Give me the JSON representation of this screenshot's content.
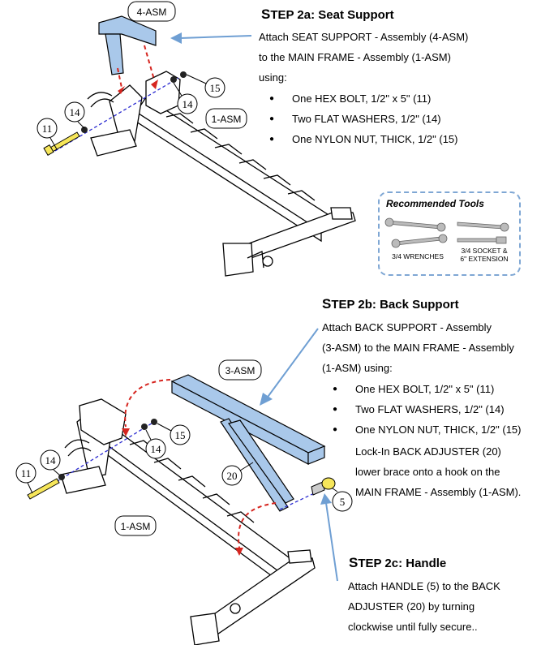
{
  "step2a": {
    "title_cap": "S",
    "title_rest": "TEP 2a: Seat Support",
    "lines": [
      "Attach SEAT SUPPORT - Assembly (4-ASM)",
      "to the MAIN FRAME - Assembly (1-ASM)",
      "using:"
    ],
    "parts": [
      "One HEX BOLT, 1/2\" x 5\" (11)",
      "Two FLAT WASHERS, 1/2\" (14)",
      "One NYLON NUT, THICK, 1/2\" (15)"
    ]
  },
  "step2b": {
    "title_cap": "S",
    "title_rest": "TEP 2b: Back Support",
    "lines": [
      "Attach BACK SUPPORT - Assembly",
      "(3-ASM)  to the MAIN FRAME - Assembly",
      "(1-ASM) using:"
    ],
    "parts": [
      "One HEX BOLT, 1/2\" x 5\" (11)",
      "Two FLAT WASHERS, 1/2\" (14)",
      "One NYLON NUT, THICK, 1/2\" (15)"
    ],
    "extra": [
      "Lock-In BACK ADJUSTER (20)",
      "lower brace onto a hook on the",
      "MAIN FRAME - Assembly (1-ASM)."
    ]
  },
  "step2c": {
    "title_cap": "S",
    "title_rest": "TEP 2c: Handle",
    "lines": [
      "Attach HANDLE (5) to the BACK",
      "ADJUSTER (20) by turning",
      "clockwise until fully secure.."
    ]
  },
  "tools": {
    "title": "Recommended Tools",
    "wrenches": "3/4 WRENCHES",
    "socket_line1": "3/4 SOCKET &",
    "socket_line2": "6\" EXTENSION"
  },
  "diagram1": {
    "asm_seat": "4-ASM",
    "asm_main": "1-ASM",
    "callouts": [
      "11",
      "14",
      "14",
      "15"
    ]
  },
  "diagram2": {
    "asm_back": "3-ASM",
    "asm_main": "1-ASM",
    "callouts": [
      "11",
      "14",
      "14",
      "15",
      "20",
      "5"
    ]
  },
  "colors": {
    "part_blue": "#a9c8ea",
    "arrow_blue": "#6f9fd3",
    "red_arrow": "#d6251f",
    "bolt_yellow": "#f6e65a",
    "box_dash": "#7fa7d4"
  }
}
